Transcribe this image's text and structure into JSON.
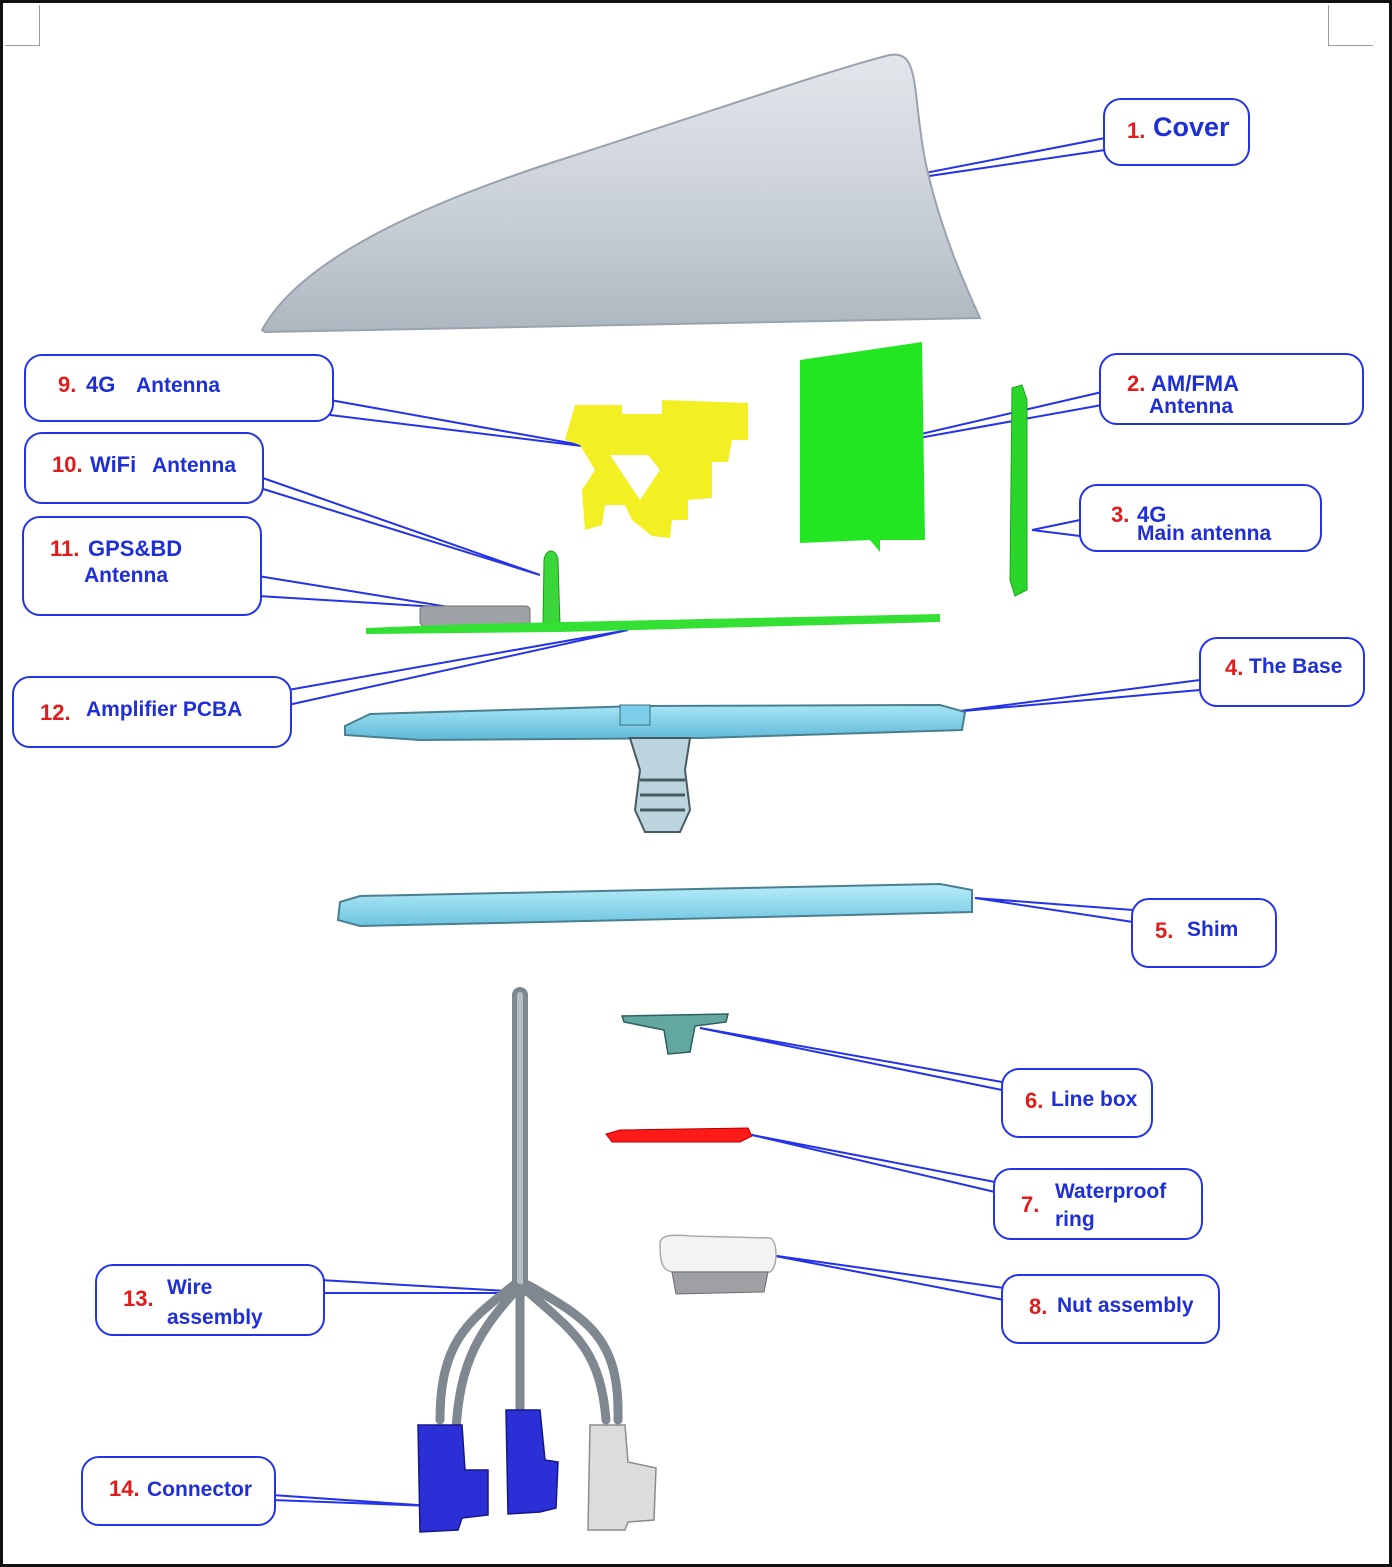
{
  "diagram": {
    "parts": [
      {
        "num": "1.",
        "label": "Cover"
      },
      {
        "num": "2.",
        "label": "AM/FMA",
        "label2": "Antenna"
      },
      {
        "num": "3.",
        "label": "4G",
        "label2": "Main antenna"
      },
      {
        "num": "4.",
        "label": "The Base"
      },
      {
        "num": "5.",
        "label": "Shim"
      },
      {
        "num": "6.",
        "label": "Line box"
      },
      {
        "num": "7.",
        "label": "Waterproof",
        "label2": "ring"
      },
      {
        "num": "8.",
        "label": "Nut assembly"
      },
      {
        "num": "9.",
        "label": "4G",
        "label_b": "Antenna"
      },
      {
        "num": "10.",
        "label": "WiFi",
        "label_b": "Antenna"
      },
      {
        "num": "11.",
        "label": "GPS&BD",
        "label2": "Antenna"
      },
      {
        "num": "12.",
        "label": "Amplifier PCBA"
      },
      {
        "num": "13.",
        "label": "Wire",
        "label2": "assembly"
      },
      {
        "num": "14.",
        "label": "Connector"
      }
    ],
    "colors": {
      "callout_border": "#2433e8",
      "number": "#e11a1a",
      "label": "#1f2fd8",
      "cover": "#c9cfd6",
      "antenna_4g": "#f2ef22",
      "antenna_green": "#22e622",
      "base": "#7fd3ec",
      "waterproof_ring": "#ff1a1a",
      "connector_blue": "#2b2fd6",
      "connector_white": "#dcdcdc"
    }
  }
}
